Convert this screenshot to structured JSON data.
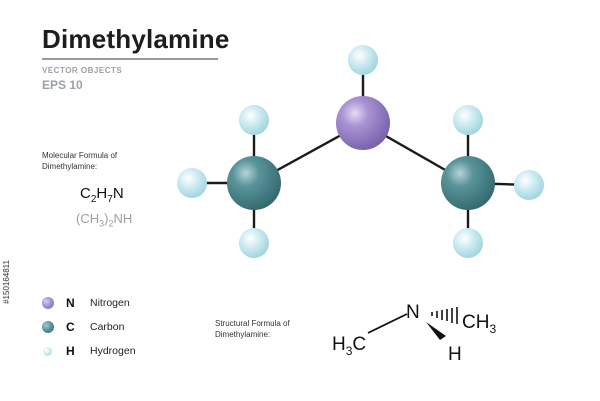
{
  "header": {
    "title": "Dimethylamine",
    "subtitle": "VECTOR OBJECTS",
    "eps": "EPS 10"
  },
  "molecular": {
    "label_line1": "Molecular Formula of",
    "label_line2": "Dimethylamine:",
    "main_C": "C",
    "main_C_sub": "2",
    "main_H": "H",
    "main_H_sub": "7",
    "main_N": "N",
    "cond_open": "(CH",
    "cond_sub": "3",
    "cond_close": ")",
    "cond_sub2": "2",
    "cond_tail": "NH"
  },
  "legend": [
    {
      "symbol": "N",
      "name": "Nitrogen",
      "color": "#9b86c9"
    },
    {
      "symbol": "C",
      "name": "Carbon",
      "color": "#4e8a91"
    },
    {
      "symbol": "H",
      "name": "Hydrogen",
      "color": "#bfe6ee"
    }
  ],
  "structural": {
    "label_line1": "Structural  Formula of",
    "label_line2": "Dimethylamine:",
    "N": "N",
    "CH3_right": "CH",
    "CH3_right_sub": "3",
    "H3C_left_H": "H",
    "H3C_left_sub": "3",
    "H3C_left_C": "C",
    "H": "H"
  },
  "watermark_id": "#150164811",
  "colors": {
    "nitrogen": "#9b86c9",
    "carbon": "#4e8a91",
    "hydrogen": "#bfe6ee",
    "bond": "#1a1a1a"
  }
}
